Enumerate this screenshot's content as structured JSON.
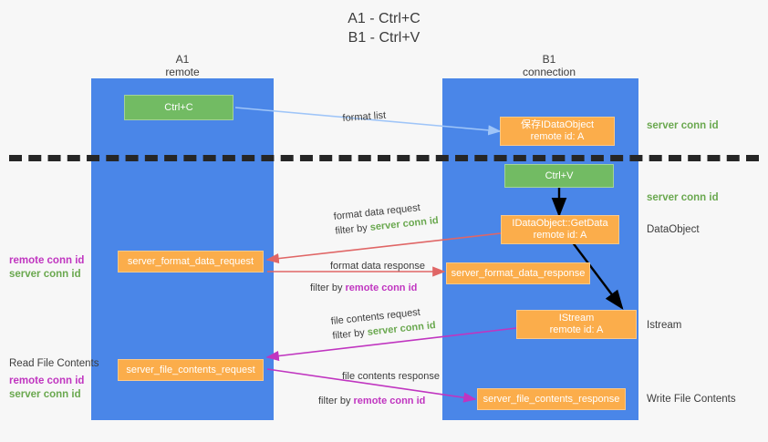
{
  "title": "A1 - Ctrl+C\nB1 - Ctrl+V",
  "columns": {
    "left": {
      "name": "A1",
      "sub": "remote",
      "label": "A1\nremote"
    },
    "right": {
      "name": "B1",
      "sub": "connection",
      "label": "B1\nconnection"
    }
  },
  "colors": {
    "lane": "#4a86e8",
    "green_node": "#72bb63",
    "orange_node": "#fbad4b",
    "remote_conn_id": "#c035c0",
    "server_conn_id": "#6aa84f",
    "arrow_blue": "#9fc5f8",
    "arrow_red": "#e06666",
    "arrow_magenta": "#c035c0",
    "arrow_black": "#000000",
    "divider": "#262626",
    "background": "#f7f7f7"
  },
  "nodes": {
    "ctrl_c": "Ctrl+C",
    "save_idataobject": "保存IDataObject\nremote id: A",
    "ctrl_v": "Ctrl+V",
    "getdata": "IDataObject::GetData\nremote id: A",
    "format_data_request": "server_format_data_request",
    "format_data_response": "server_format_data_response",
    "istream": "IStream\nremote id: A",
    "file_contents_request": "server_file_contents_request",
    "file_contents_response": "server_file_contents_response"
  },
  "edge_labels": {
    "format_list": "format list",
    "format_data_request_line1": "format data request",
    "format_data_request_line2_prefix": "filter by ",
    "format_data_request_line2_id": "server conn id",
    "format_data_response_line1": "format data response",
    "format_data_response_line2_prefix": "filter by ",
    "format_data_response_line2_id": "remote conn id",
    "file_contents_request_line1": "file contents request",
    "file_contents_request_line2_prefix": "filter by ",
    "file_contents_request_line2_id": "server conn id",
    "file_contents_response_line1": "file contents response",
    "file_contents_response_line2_prefix": "filter by ",
    "file_contents_response_line2_id": "remote conn id"
  },
  "annotations": {
    "right_server_conn_id_top": "server conn id",
    "right_server_conn_id_mid": "server conn id",
    "right_dataobject": "DataObject",
    "right_istream": "Istream",
    "right_write_file_contents": "Write File Contents",
    "left_remote_conn_id_1": "remote conn id",
    "left_server_conn_id_1": "server conn id",
    "left_read_file_contents": "Read File Contents",
    "left_remote_conn_id_2": "remote conn id",
    "left_server_conn_id_2": "server conn id"
  }
}
